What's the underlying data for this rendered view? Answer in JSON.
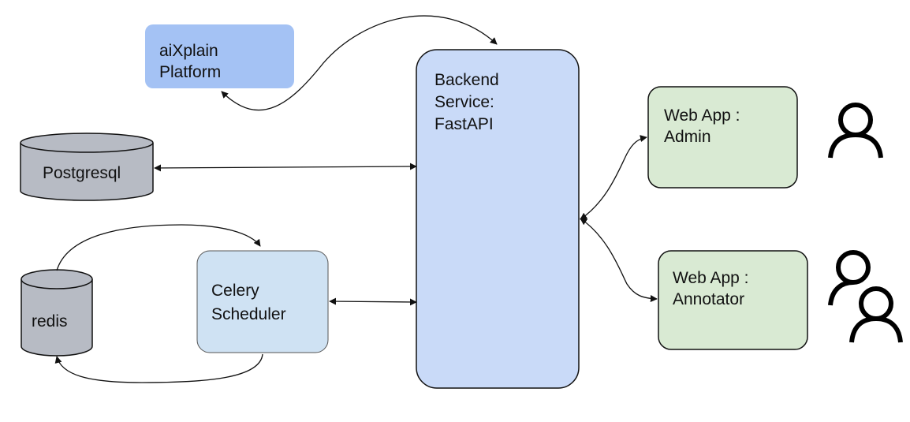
{
  "nodes": {
    "aixplain": {
      "lines": [
        "aiXplain",
        "Platform"
      ]
    },
    "backend": {
      "lines": [
        "Backend",
        "Service:",
        "FastAPI"
      ]
    },
    "postgres": {
      "lines": [
        "Postgresql"
      ]
    },
    "redis": {
      "lines": [
        "redis"
      ]
    },
    "celery": {
      "lines": [
        "Celery",
        "Scheduler"
      ]
    },
    "admin": {
      "lines": [
        "Web App :",
        "Admin"
      ]
    },
    "annotator": {
      "lines": [
        "Web App :",
        "Annotator"
      ]
    }
  },
  "colors": {
    "blue_box": "#a4c2f4",
    "backend_box": "#c9daf8",
    "celery_box": "#cfe2f3",
    "green_box": "#d9ead3",
    "cylinder": "#b7bbc4",
    "stroke": "#111111"
  },
  "icons": [
    "user-icon",
    "users-icon"
  ]
}
